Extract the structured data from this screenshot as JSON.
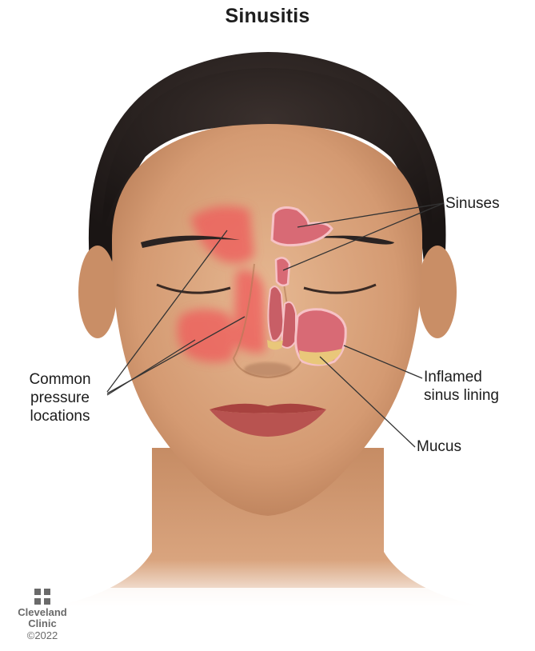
{
  "title": "Sinusitis",
  "labels": {
    "sinuses": "Sinuses",
    "inflamed_line1": "Inflamed",
    "inflamed_line2": "sinus lining",
    "mucus": "Mucus",
    "common_line1": "Common",
    "common_line2": "pressure",
    "common_line3": "locations"
  },
  "logo": {
    "line1": "Cleveland",
    "line2": "Clinic",
    "copyright": "©2022"
  },
  "colors": {
    "skin": "#d9a47e",
    "hair": "#2a2322",
    "pressure_red": "#ef5a5a",
    "sinus_fill": "#d86a75",
    "sinus_outline": "#f6c2c6",
    "mucus": "#e9c77a",
    "lips": "#b24b48"
  }
}
